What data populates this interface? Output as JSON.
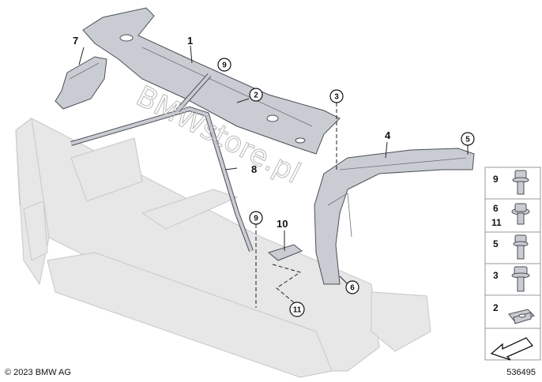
{
  "watermark": "BMWstore.pl",
  "copyright": "© 2023 BMW AG",
  "diagram_number": "536495",
  "callouts": {
    "plain_1": "1",
    "circ_2": "2",
    "circ_3": "3",
    "plain_4": "4",
    "circ_5": "5",
    "circ_6": "6",
    "plain_7": "7",
    "plain_8": "8",
    "circ_9a": "9",
    "circ_9b": "9",
    "plain_10": "10",
    "circ_11": "11"
  },
  "legend": {
    "row1": "9",
    "row2a": "6",
    "row2b": "11",
    "row3": "5",
    "row4": "3",
    "row5": "2"
  },
  "colors": {
    "part_fill": "#c9cdd3",
    "part_stroke": "#4a4e55",
    "ghost_fill": "#e7e7e7",
    "ghost_stroke": "#c8c8c8",
    "legend_border": "#9a9a9a"
  }
}
